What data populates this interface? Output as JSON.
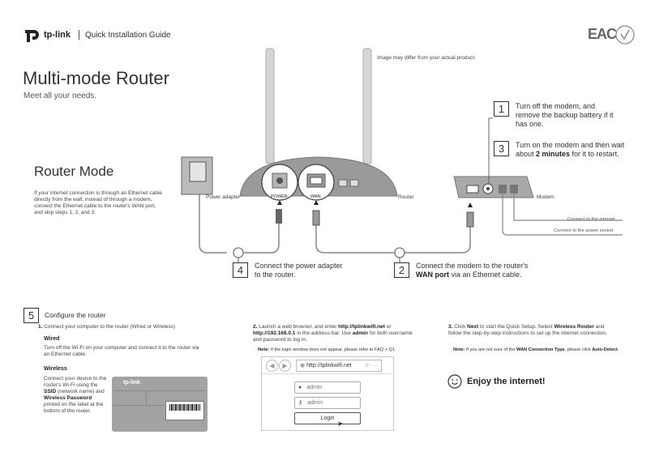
{
  "header": {
    "brand": "tp-link",
    "guide_title": "Quick Installation Guide",
    "cert_mark": "EAC",
    "image_note": "Image may differ from your actual product."
  },
  "title": {
    "main": "Multi-mode Router",
    "subtitle": "Meet all your needs."
  },
  "router_mode": {
    "heading": "Router Mode",
    "description": "If your internet connection is through an Ethernet cable directly from the wall, instead of through a modem, connect the Ethernet cable to the router's WAN port, and skip steps 1, 2, and 3."
  },
  "diagram": {
    "power_adapter": "Power adapter",
    "router": "Router",
    "modem": "Modem",
    "port_power": "POWER",
    "port_wan": "WAN",
    "connect_internet": "Connect to the internet",
    "connect_power_socket": "Connect to the power socket"
  },
  "steps": {
    "s1": {
      "num": "1",
      "text": "Turn off the modem, and remove the backup battery if it has one."
    },
    "s3": {
      "num": "3",
      "pre": "Turn on the modem and then wait about ",
      "bold": "2 minutes",
      "post": " for it to restart."
    },
    "s4": {
      "num": "4",
      "text": "Connect the power adapter to the router."
    },
    "s2": {
      "num": "2",
      "pre": "Connect the modem to the router's ",
      "bold": "WAN port",
      "post": " via an Ethernet cable."
    },
    "s5": {
      "num": "5",
      "text": "Configure the router"
    }
  },
  "configure": {
    "c1": {
      "num": "1.",
      "text": "Connect your computer to the router (Wired or Wireless)"
    },
    "wired": {
      "heading": "Wired",
      "text": "Turn off the Wi-Fi on your computer and connect it to the router via an Ethernet cable."
    },
    "wireless": {
      "heading": "Wireless",
      "t1": "Connect your device to the router's Wi-Fi using the ",
      "b1": "SSID",
      "t2": " (network name) and ",
      "b2": "Wireless Password",
      "t3": " printed on the label at the bottom of the router.",
      "label_brand": "tp-link"
    },
    "c2": {
      "num": "2.",
      "t1": "Launch a web browser, and enter ",
      "b1": "http://tplinkwifi.net",
      "t2": " or ",
      "b2": "http://192.168.0.1",
      "t3": " in the address bar. Use ",
      "b3": "admin",
      "t4": " for both username and password to log in.",
      "note_label": "Note:",
      "note": " If the login window does not appear, please refer to FAQ > Q1."
    },
    "c3": {
      "num": "3.",
      "t1": "Click ",
      "b1": "Next",
      "t2": " to start the Quick Setup. Select ",
      "b2": "Wireless Router",
      "t3": " and follow the step-by-step instructions to set up the internet connection.",
      "note_label": "Note:",
      "note_t1": " If you are not sure of the ",
      "note_b1": "WAN Connection Type",
      "note_t2": ", please click ",
      "note_b2": "Auto-Detect",
      "note_t3": "."
    }
  },
  "browser": {
    "url": "http://tplinkwifi.net",
    "url_controls": "ρ - →",
    "username": "admin",
    "password": "admin",
    "login_button": "Login"
  },
  "enjoy": "Enjoy the internet!"
}
